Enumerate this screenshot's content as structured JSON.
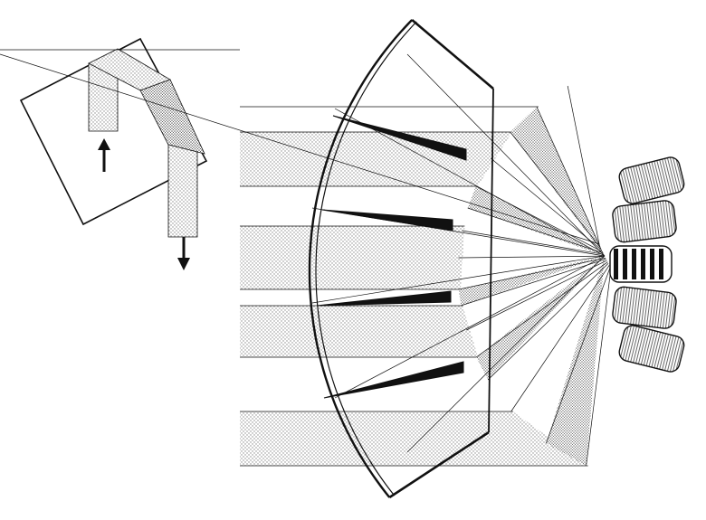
{
  "diagram": {
    "colors": {
      "ink": "#111111",
      "paper": "#ffffff",
      "stipple_dot": "#8a8a8a",
      "stipple_dense_dot": "#5a5a5a",
      "hatch": "#444444"
    },
    "prism": {
      "description_icons": [
        "up-arrow-icon",
        "down-arrow-icon"
      ]
    },
    "mirror": {
      "beam_count": 6,
      "segment_count": 5
    },
    "detector_array": {
      "element_count": 5,
      "active_index": 2
    }
  }
}
